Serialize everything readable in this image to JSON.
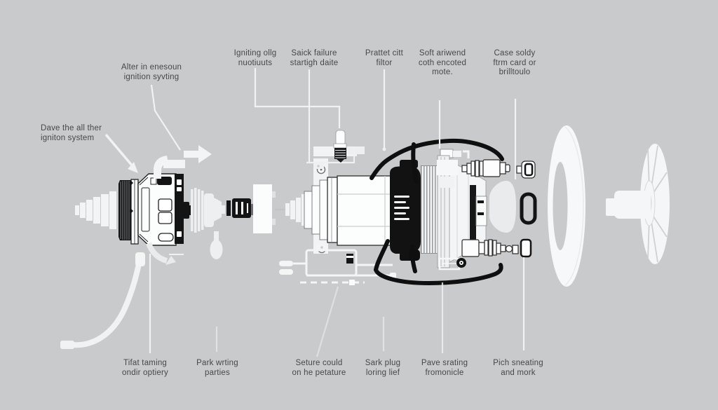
{
  "colors": {
    "background": "#c8cacb",
    "ink_black": "#141414",
    "ghost_white": "#f4f5f6",
    "label_text": "#45484b",
    "leader_line": "#f0f2f3"
  },
  "labels": {
    "alter": [
      "Alter in enesoun",
      "ignition syvting"
    ],
    "igniting": [
      "Igniting ollg",
      "nuotiuuts"
    ],
    "saick": [
      "Saick failure",
      "startigh daite"
    ],
    "prattet": [
      "Prattet citt",
      "filtor"
    ],
    "soft": [
      "Soft ariwend",
      "coth encoted",
      "mote."
    ],
    "case": [
      "Case soldy",
      "ftrm card or",
      "brilltoulo"
    ],
    "dave": [
      "Dave the all ther",
      "igniton system"
    ],
    "tifat": [
      "Tifat taming",
      "ondir optiery"
    ],
    "park": [
      "Park wrting",
      "parties"
    ],
    "seture": [
      "Seture could",
      "on he petature"
    ],
    "sark": [
      "Sark plug",
      "loring lief"
    ],
    "pave": [
      "Pave srating",
      "fromonicle"
    ],
    "pich": [
      "Pich sneating",
      "and mork"
    ]
  }
}
